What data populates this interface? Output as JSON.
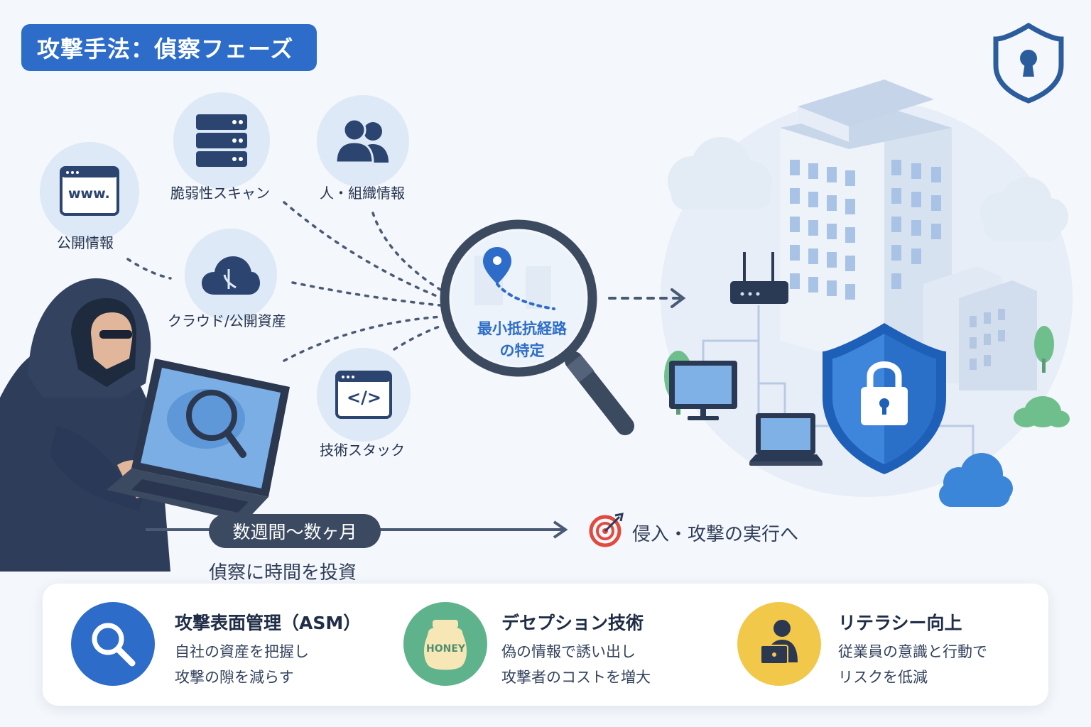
{
  "header": {
    "title": "攻撃手法：偵察フェーズ"
  },
  "sources": [
    {
      "label": "公開情報",
      "icon": "web-browser-icon",
      "icon_text": "www."
    },
    {
      "label": "脆弱性スキャン",
      "icon": "server-icon"
    },
    {
      "label": "人・組織情報",
      "icon": "people-icon"
    },
    {
      "label": "クラウド/公開資産",
      "icon": "cloud-icon"
    },
    {
      "label": "技術スタック",
      "icon": "code-window-icon",
      "icon_text": "</>"
    }
  ],
  "lens": {
    "line1": "最小抵抗経路",
    "line2": "の特定"
  },
  "timeline": {
    "duration": "数週間〜数ヶ月",
    "caption": "偵察に時間を投資",
    "next_step": "侵入・攻撃の実行へ"
  },
  "countermeasures": [
    {
      "title": "攻撃表面管理（ASM）",
      "desc1": "自社の資産を把握し",
      "desc2": "攻撃の隙を減らす",
      "icon": "magnifier-icon",
      "color": "#2d6cc8"
    },
    {
      "title": "デセプション技術",
      "desc1": "偽の情報で誘い出し",
      "desc2": "攻撃者のコストを増大",
      "icon": "honey-pot-icon",
      "icon_text": "HONEY",
      "color": "#5fb38c"
    },
    {
      "title": "リテラシー向上",
      "desc1": "従業員の意識と行動で",
      "desc2": "リスクを低減",
      "icon": "user-laptop-icon",
      "color": "#f2c84b"
    }
  ],
  "colors": {
    "accent": "#2d6cc8",
    "navy": "#2b4570",
    "target_red": "#e04a3f"
  }
}
